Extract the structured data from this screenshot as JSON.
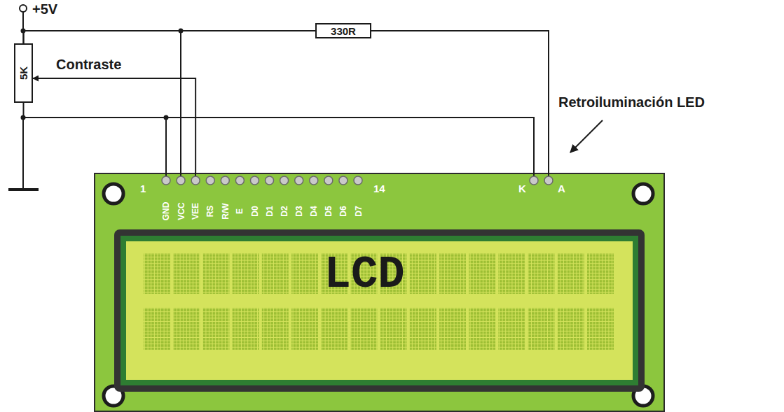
{
  "diagram": {
    "nodes": [
      {
        "text": [
          "5K"
        ]
      },
      {
        "text": [
          "330R"
        ]
      },
      {
        "text": [
          "LCD"
        ]
      }
    ],
    "edges": [
      {
        "from": 0,
        "to": 1,
        "arrow": "none"
      },
      {
        "from": 0,
        "to": 2,
        "arrow": "none"
      },
      {
        "from": 2,
        "to": 0,
        "label": "Contraste",
        "arrow": "to"
      },
      {
        "from": 0,
        "to": 2,
        "arrow": "none"
      },
      {
        "from": 1,
        "to": 2,
        "arrow": "none"
      }
    ],
    "labels": [
      "+5V",
      "Retroiluminación LED",
      "1",
      "GND",
      "VCC",
      "VEE",
      "RS",
      "R/W",
      "E",
      "D0",
      "D1",
      "D2",
      "D3",
      "D4",
      "D5",
      "D6",
      "D7",
      "14",
      "K",
      "A"
    ]
  }
}
